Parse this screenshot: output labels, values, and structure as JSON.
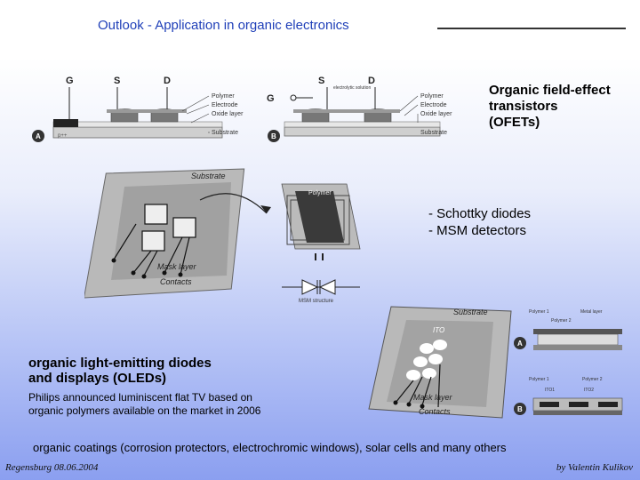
{
  "title": "Outlook - Application in organic electronics",
  "ofet_fig": {
    "a": {
      "g": "G",
      "s": "S",
      "d": "D",
      "labels": [
        "Polymer",
        "Electrode",
        "Oxide layer",
        "Substrate"
      ],
      "panel": "A",
      "doping": "p++"
    },
    "b": {
      "g": "G",
      "s": "S",
      "d": "D",
      "electrolytic": "electrolytic solution",
      "labels": [
        "Polymer",
        "Electrode",
        "Oxide layer",
        "Substrate"
      ],
      "panel": "B"
    }
  },
  "ofet_caption": [
    "Organic field-effect",
    "transistors",
    "(OFETs)"
  ],
  "msm_fig": {
    "substrate": "Substrate",
    "polymer": "Polymer",
    "mask_layer": "Mask layer",
    "contacts": "Contacts",
    "msm_structure": "MSM structure"
  },
  "schottky_caption": [
    "- Schottky diodes",
    "- MSM detectors"
  ],
  "oled_fig": {
    "substrate": "Substrate",
    "ito": "ITO",
    "mask_layer": "Mask layer",
    "contacts": "Contacts",
    "panel_a": "A",
    "panel_b": "B",
    "a_labels": [
      "Polymer 1",
      "Metal layer",
      "Polymer 2"
    ],
    "b_labels": [
      "Polymer 1",
      "Polymer 2",
      "ITO1",
      "ITO2"
    ]
  },
  "oled_caption": [
    "organic light-emitting diodes",
    "and displays (OLEDs)"
  ],
  "philips_note": [
    "Philips announced luminiscent flat TV based on",
    "organic polymers available on the market in 2006"
  ],
  "coatings_note": "organic coatings (corrosion protectors, electrochromic windows), solar cells and many others",
  "footer": {
    "left": "Regensburg 08.06.2004",
    "right": "by Valentin Kulikov"
  }
}
